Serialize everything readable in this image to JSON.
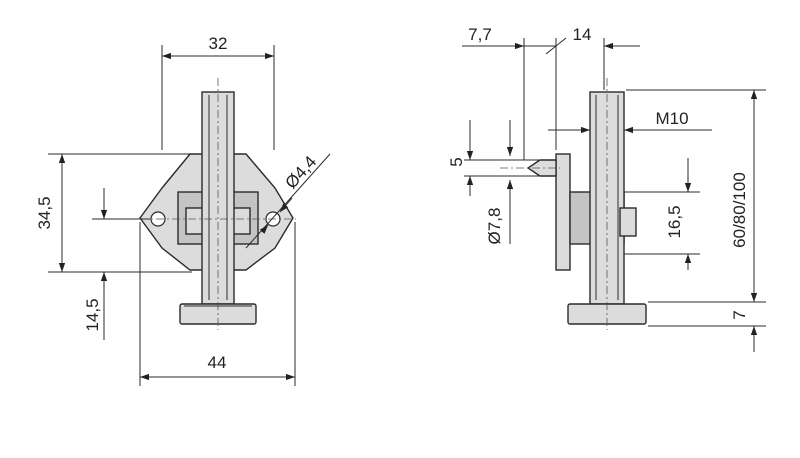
{
  "front_view": {
    "dim_top_width": "32",
    "dim_height_mount": "34,5",
    "dim_lower_offset": "14,5",
    "dim_bottom_width": "44",
    "dim_hole_diameter": "Ø4,4"
  },
  "side_view": {
    "dim_offset_left": "7,7",
    "dim_offset_right": "14",
    "dim_thread": "M10",
    "dim_tip_height": "5",
    "dim_tip_diameter": "Ø7,8",
    "dim_block_height": "16,5",
    "dim_total_height": "60/80/100",
    "dim_foot_height": "7"
  },
  "colors": {
    "line": "#2b2b2b",
    "fill": "#dcdcdc",
    "fill_dark": "#c4c4c4"
  }
}
